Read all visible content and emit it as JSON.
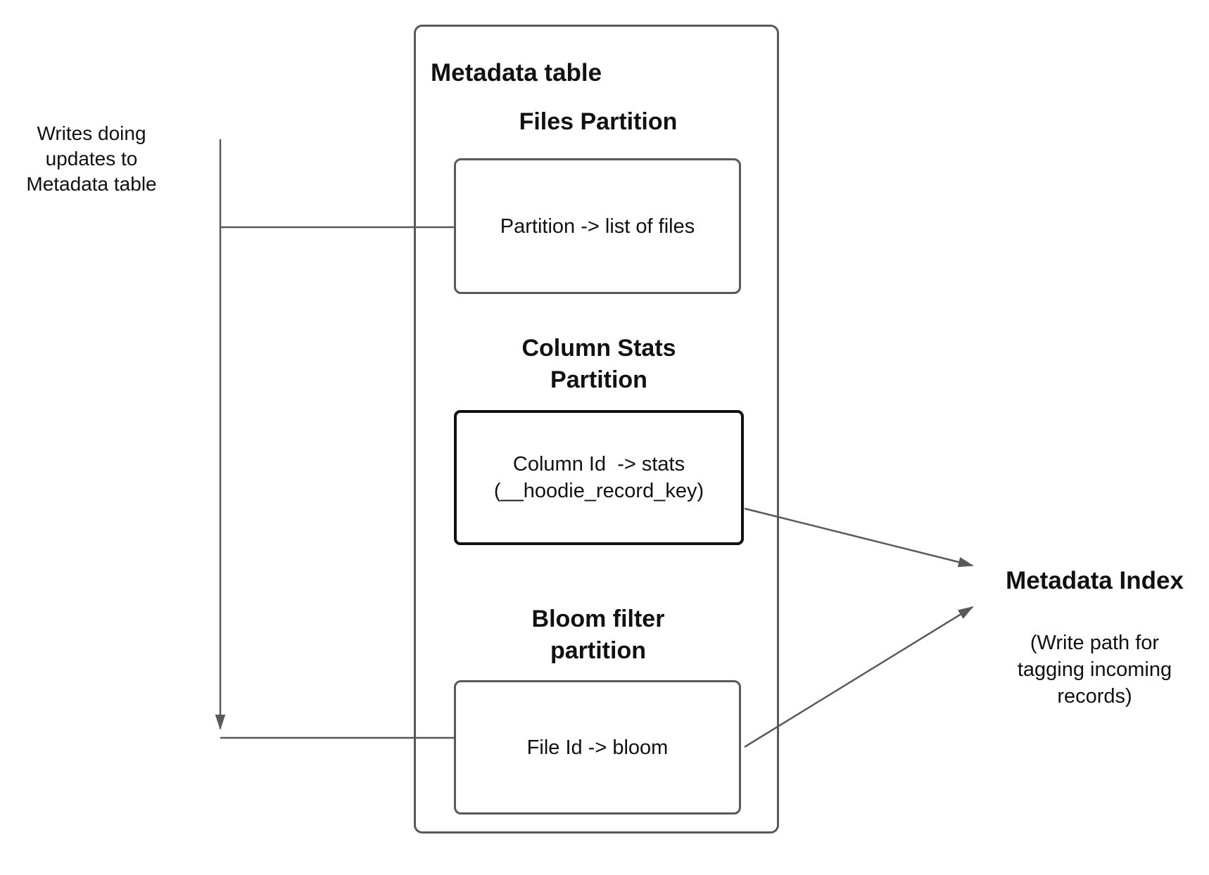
{
  "left_note": "Writes doing\nupdates to\nMetadata table",
  "metadata_table": {
    "title": "Metadata table",
    "files": {
      "heading": "Files Partition",
      "mapping": "Partition -> list of files"
    },
    "column_stats": {
      "heading": "Column Stats\nPartition",
      "mapping": "Column Id  -> stats\n(__hoodie_record_key)"
    },
    "bloom": {
      "heading": "Bloom filter\npartition",
      "mapping": "File Id -> bloom"
    }
  },
  "metadata_index": {
    "title": "Metadata Index",
    "subtitle": "(Write path for\ntagging incoming\nrecords)"
  },
  "colors": {
    "connector": "#595959",
    "box_border": "#595959",
    "emphasis_border": "#111111",
    "text": "#111111"
  }
}
